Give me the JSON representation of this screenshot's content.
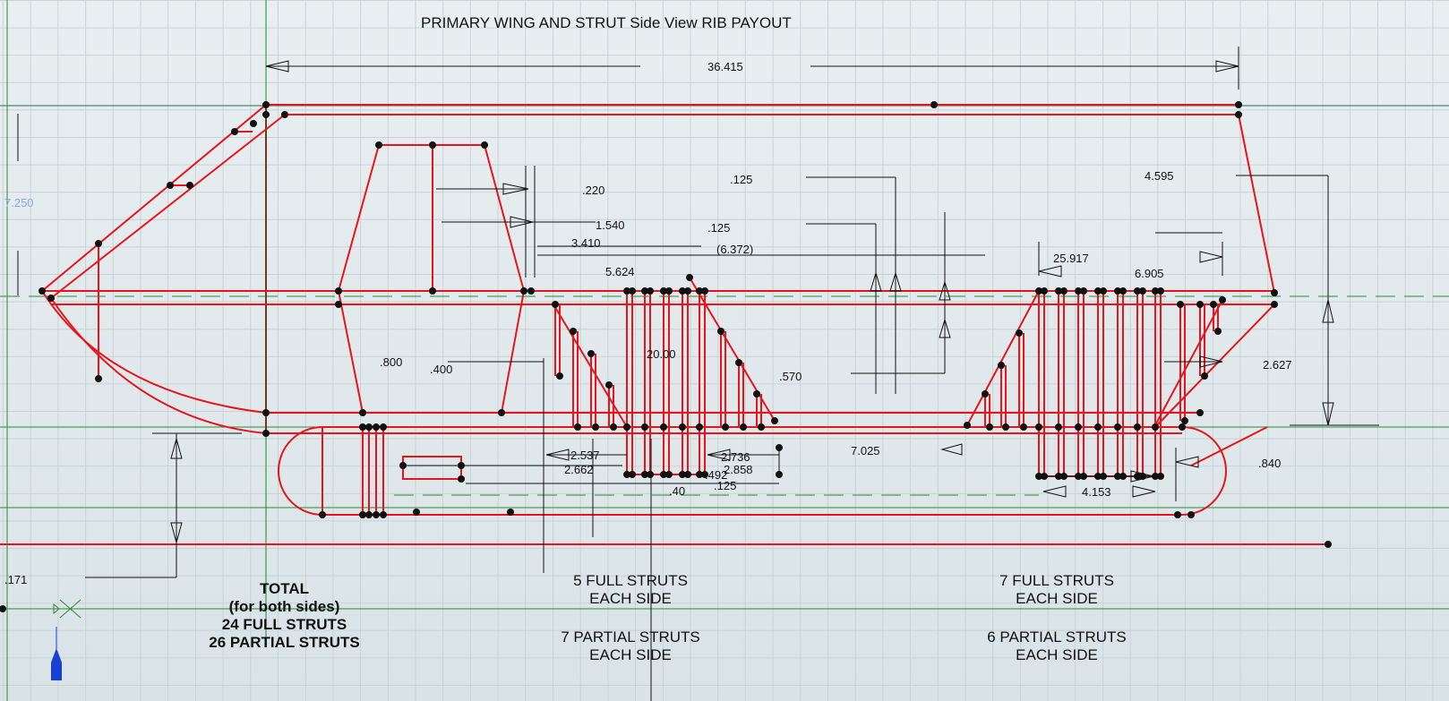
{
  "title": "PRIMARY WING AND STRUT Side View RIB PAYOUT",
  "dimensions": {
    "overall_length": "36.415",
    "height_left": "7.250",
    "d_220": ".220",
    "d_1540": "1.540",
    "d_125_a": ".125",
    "d_125_b": ".125",
    "d_3410": "3.410",
    "d_6372": "(6.372)",
    "d_5624": "5.624",
    "d_4595": "4.595",
    "d_25917": "25.917",
    "d_6905": "6.905",
    "d_800": ".800",
    "d_400": ".400",
    "d_2000": "20.00",
    "d_570": ".570",
    "d_2627": "2.627",
    "d_7025": "7.025",
    "d_840": ".840",
    "d_2537": "2.537",
    "d_2662": "2.662",
    "d_2736": "2.736",
    "d_2858": "2.858",
    "d_492": ".492",
    "d_125_c": ".125",
    "d_40": ".40",
    "d_4153": "4.153",
    "d_171": ".171"
  },
  "notes": {
    "total": [
      "TOTAL",
      "(for both sides)",
      "24 FULL STRUTS",
      "26 PARTIAL STRUTS"
    ],
    "left_group": [
      "5 FULL STRUTS",
      "EACH SIDE",
      "7 PARTIAL STRUTS",
      "EACH SIDE"
    ],
    "right_group": [
      "7 FULL STRUTS",
      "EACH SIDE",
      "6 PARTIAL STRUTS",
      "EACH SIDE"
    ]
  },
  "colors": {
    "rib": "#e8141c",
    "construction": "#1f8a2a",
    "dimension": "#111111",
    "grid": "#cdd6da",
    "axis": "#1a3fd6"
  }
}
